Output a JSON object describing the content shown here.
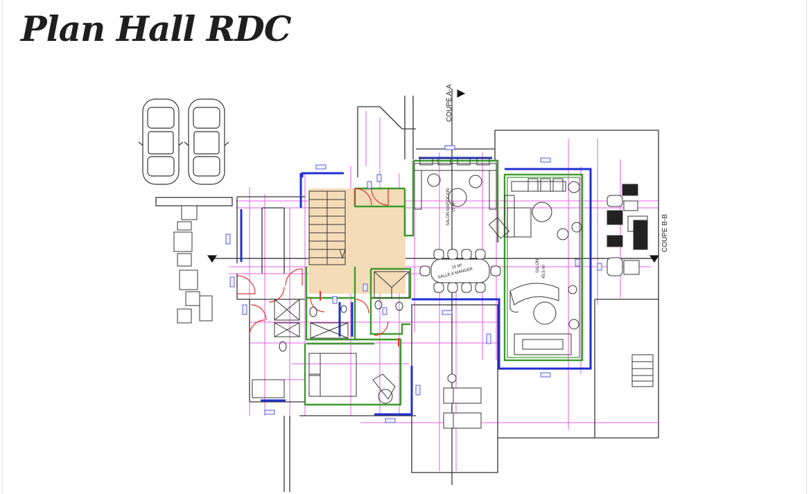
{
  "page": {
    "title": "Plan Hall RDC"
  },
  "labels": {
    "coupe_aa": "COUPE A-A",
    "coupe_bb": "COUPE B-B",
    "salon_marocain": "SALON MAROCAIN",
    "salon_marocain_area": "15 M²",
    "salle_a_manger": "SALLE A MANGER",
    "salle_a_manger_area": "15 M²",
    "salon": "SALON",
    "salon_area": "43,5 m²"
  },
  "colors": {
    "wall": "#333333",
    "green_wall": "#3a9a2a",
    "blue_wall": "#1f2fd0",
    "axis": "#e24ce2",
    "hall": "#f5dcb8",
    "door": "#e03030"
  }
}
